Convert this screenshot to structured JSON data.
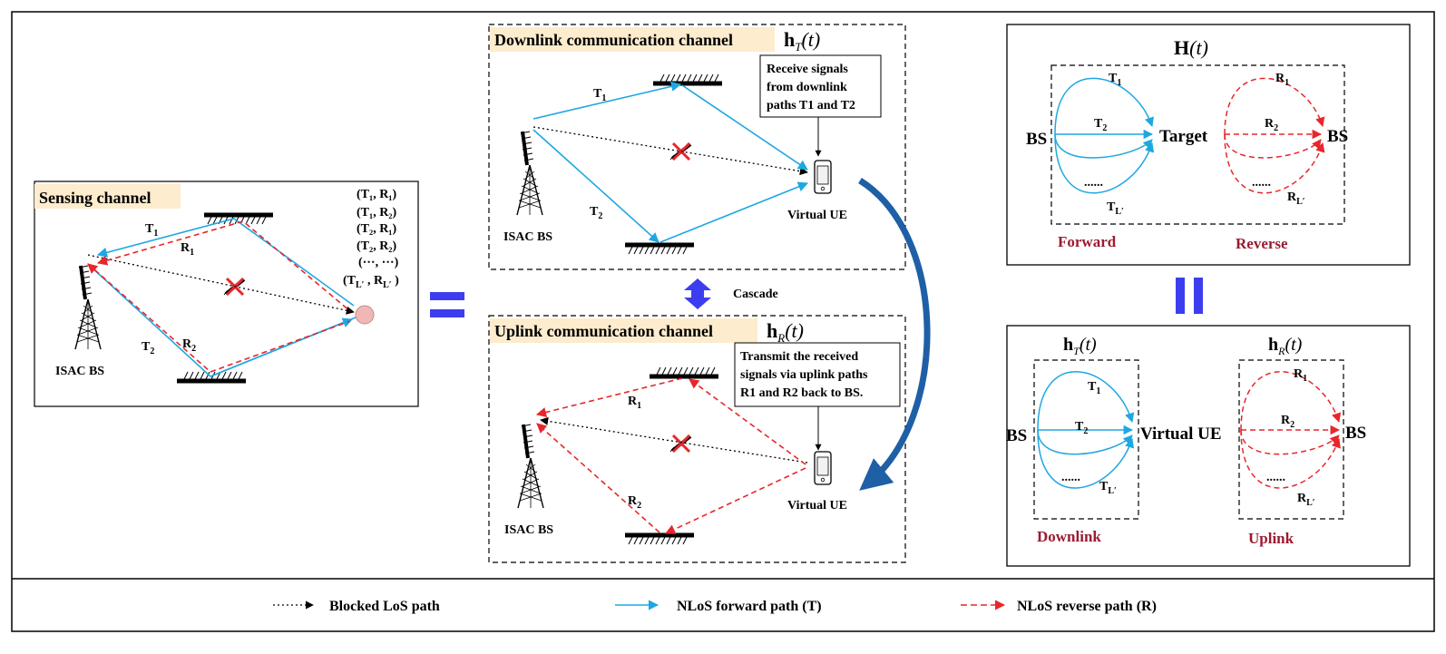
{
  "sensing": {
    "title": "Sensing channel",
    "bs_label": "ISAC BS",
    "t1": "T",
    "t1_sub": "1",
    "r1": "R",
    "r1_sub": "1",
    "t2": "T",
    "t2_sub": "2",
    "r2": "R",
    "r2_sub": "2",
    "pairs": [
      "(T₁, R₁)",
      "(T₁, R₂)",
      "(T₂, R₁)",
      "(T₂, R₂)",
      "(⋯, ⋯)",
      "(T_L′ , R_L′ )"
    ],
    "pair_last_a": "(T",
    "pair_last_a_sub": "L′",
    "pair_last_b": " , R",
    "pair_last_b_sub": "L′",
    "pair_last_c": " )"
  },
  "equals_symbol": "=",
  "downlink": {
    "title": "Downlink communication channel",
    "symbol": "h",
    "symbol_sub": "T",
    "symbol_arg": "(t)",
    "callout": [
      "Receive signals",
      "from downlink",
      "paths T1 and T2"
    ],
    "bs_label": "ISAC BS",
    "ue_label": "Virtual UE",
    "t1": "T",
    "t1_sub": "1",
    "t2": "T",
    "t2_sub": "2"
  },
  "cascade_label": "Cascade",
  "uplink": {
    "title": "Uplink communication channel",
    "symbol": "h",
    "symbol_sub": "R",
    "symbol_arg": "(t)",
    "callout": [
      "Transmit the received",
      "signals via uplink paths",
      "R1 and R2 back to BS."
    ],
    "bs_label": "ISAC BS",
    "ue_label": "Virtual UE",
    "r1": "R",
    "r1_sub": "1",
    "r2": "R",
    "r2_sub": "2"
  },
  "forward_panel": {
    "title": "H",
    "title_arg": "(t)",
    "bs_left": "BS",
    "target": "Target",
    "bs_right": "BS",
    "t1": "T",
    "t1_sub": "1",
    "t2": "T",
    "t2_sub": "2",
    "tl": "T",
    "tl_sub": "L′",
    "r1": "R",
    "r1_sub": "1",
    "r2": "R",
    "r2_sub": "2",
    "rl": "R",
    "rl_sub": "L′",
    "dots": "......",
    "forward": "Forward",
    "reverse": "Reverse"
  },
  "equiv_symbol": "‖",
  "link_panel": {
    "hT": "h",
    "hT_sub": "T",
    "hT_arg": "(t)",
    "hR": "h",
    "hR_sub": "R",
    "hR_arg": "(t)",
    "bs_left": "BS",
    "ue": "Virtual UE",
    "bs_right": "BS",
    "t1": "T",
    "t1_sub": "1",
    "t2": "T",
    "t2_sub": "2",
    "tl": "T",
    "tl_sub": "L′",
    "r1": "R",
    "r1_sub": "1",
    "r2": "R",
    "r2_sub": "2",
    "rl": "R",
    "rl_sub": "L′",
    "dots": "......",
    "downlink": "Downlink",
    "uplink": "Uplink"
  },
  "legend": {
    "blocked": "Blocked LoS path",
    "forward": "NLoS forward path (T)",
    "reverse": "NLoS reverse path (R)"
  },
  "colors": {
    "forward": "#1ea7e1",
    "reverse": "#e8262b",
    "accent_title": "#9b1b30",
    "label_bg": "#fdeccd",
    "equals": "#3d3df0",
    "curve_arrow": "#1f5fa6"
  }
}
